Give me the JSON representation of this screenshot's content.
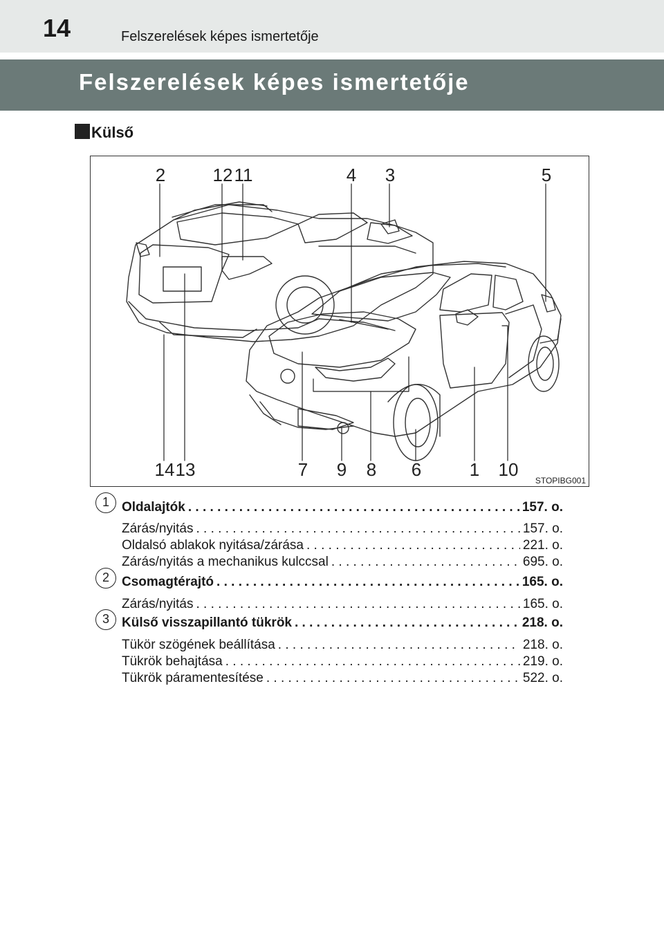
{
  "header": {
    "page_number": "14",
    "running_title": "Felszerelések képes ismertetője"
  },
  "title_band": {
    "title": "Felszerelések képes ismertetője"
  },
  "section": {
    "heading": "Külső"
  },
  "figure": {
    "code": "STOPIBG001",
    "callouts_top": [
      "2",
      "12",
      "11",
      "4",
      "3",
      "5"
    ],
    "callouts_bottom": [
      "14",
      "13",
      "7",
      "9",
      "8",
      "6",
      "1",
      "10"
    ]
  },
  "entries": [
    {
      "num": "1",
      "main": {
        "label": "Oldalajtók",
        "page": "157. o."
      },
      "subs": [
        {
          "label": "Zárás/nyitás",
          "page": "157. o."
        },
        {
          "label": "Oldalsó ablakok nyitása/zárása",
          "page": "221. o."
        },
        {
          "label": "Zárás/nyitás a mechanikus kulccsal",
          "page": "695. o."
        }
      ]
    },
    {
      "num": "2",
      "main": {
        "label": "Csomagtérajtó",
        "page": "165. o."
      },
      "subs": [
        {
          "label": "Zárás/nyitás",
          "page": "165. o."
        }
      ]
    },
    {
      "num": "3",
      "main": {
        "label": "Külső visszapillantó tükrök",
        "page": "218. o."
      },
      "subs": [
        {
          "label": "Tükör szögének beállítása",
          "page": "218. o."
        },
        {
          "label": "Tükrök behajtása",
          "page": "219. o."
        },
        {
          "label": "Tükrök páramentesítése",
          "page": "522. o."
        }
      ]
    }
  ]
}
